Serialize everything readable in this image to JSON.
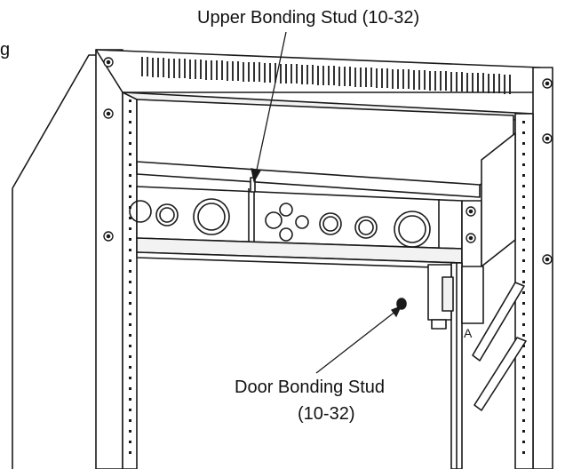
{
  "labels": {
    "upper_stud": "Upper Bonding Stud (10-32)",
    "door_stud_line1": "Door Bonding Stud",
    "door_stud_line2": "(10-32)",
    "left_fragment": "g"
  },
  "colors": {
    "line": "#1a1a1a",
    "fill_light": "#f2f2f2",
    "fill_white": "#ffffff"
  }
}
